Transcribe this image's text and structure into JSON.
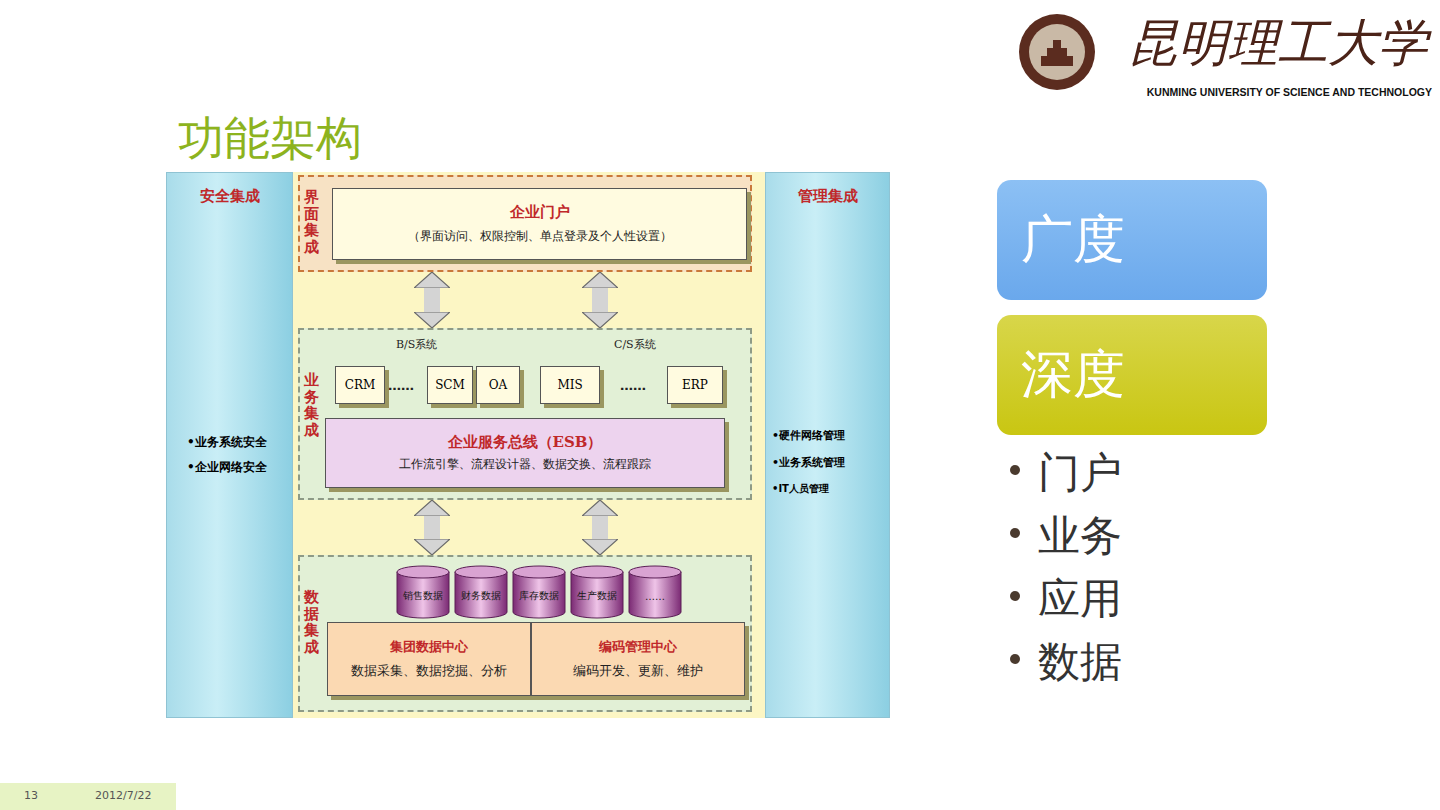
{
  "diagram": {
    "title": "功能架构",
    "nodes": [
      {
        "text": [
          "安全集成",
          "•业务系统安全",
          "•企业网络安全"
        ]
      },
      {
        "text": [
          "界面集成"
        ]
      },
      {
        "text": [
          "企业门户",
          "（界面访问、权限控制、单点登录及个人性设置）"
        ],
        "in": 1
      },
      {
        "text": [
          "业务集成"
        ]
      },
      {
        "text": [
          "CRM"
        ],
        "in": 3
      },
      {
        "text": [
          "SCM"
        ],
        "in": 3
      },
      {
        "text": [
          "OA"
        ],
        "in": 3
      },
      {
        "text": [
          "MIS"
        ],
        "in": 3
      },
      {
        "text": [
          "ERP"
        ],
        "in": 3
      },
      {
        "text": [
          "企业服务总线（ESB）",
          "工作流引擎、流程设计器、数据交换、流程跟踪"
        ],
        "in": 3
      },
      {
        "text": [
          "数据集成"
        ]
      },
      {
        "text": [
          "销售数据"
        ],
        "in": 10
      },
      {
        "text": [
          "财务数据"
        ],
        "in": 10
      },
      {
        "text": [
          "库存数据"
        ],
        "in": 10
      },
      {
        "text": [
          "生产数据"
        ],
        "in": 10
      },
      {
        "text": [
          "……"
        ],
        "in": 10
      },
      {
        "text": [
          "集团数据中心",
          "数据采集、数据挖掘、分析"
        ],
        "in": 10
      },
      {
        "text": [
          "编码管理中心",
          "编码开发、更新、维护"
        ],
        "in": 10
      },
      {
        "text": [
          "管理集成",
          "•硬件网络管理",
          "•业务系统管理",
          "•IT人员管理"
        ]
      },
      {
        "text": [
          "广度"
        ]
      },
      {
        "text": [
          "深度"
        ]
      }
    ],
    "edges": [
      {
        "from": 1,
        "to": 3,
        "arrow": "both"
      },
      {
        "from": 1,
        "to": 3,
        "arrow": "both"
      },
      {
        "from": 3,
        "to": 10,
        "arrow": "both"
      },
      {
        "from": 3,
        "to": 10,
        "arrow": "both"
      }
    ],
    "labels": [
      "B/S系统",
      "C/S系统",
      "……",
      "……",
      "门户",
      "业务",
      "应用",
      "数据",
      "昆明理工大学",
      "KUNMING UNIVERSITY OF SCIENCE AND TECHNOLOGY",
      "13",
      "2012/7/22"
    ]
  }
}
